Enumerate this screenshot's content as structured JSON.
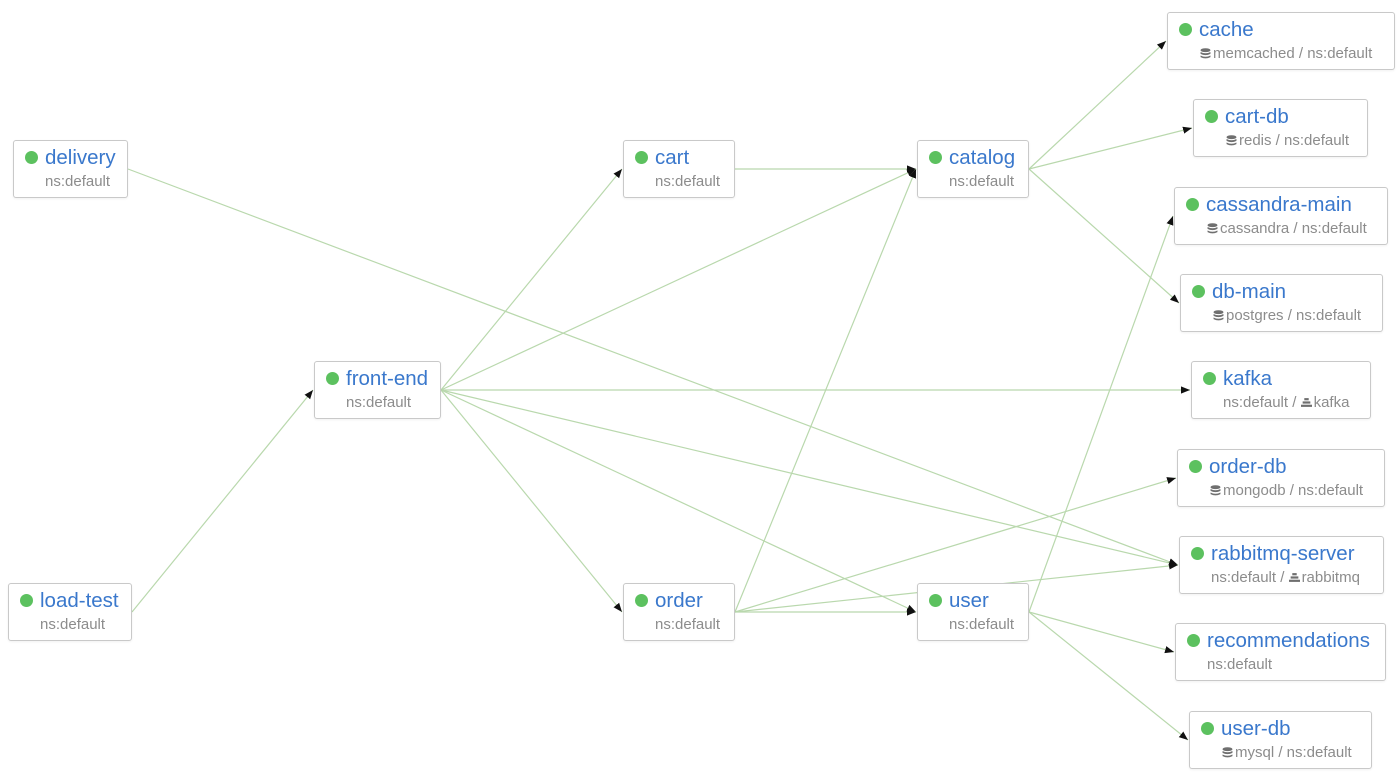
{
  "colors": {
    "status_ok": "#5cc15f",
    "link": "#3a78cc",
    "edge": "#b9d8ad",
    "arrow": "#111111",
    "subtitle": "#8c8c8c"
  },
  "nodes": {
    "delivery": {
      "name": "delivery",
      "sub": "ns:default",
      "status": "healthy"
    },
    "load_test": {
      "name": "load-test",
      "sub": "ns:default",
      "status": "healthy"
    },
    "front_end": {
      "name": "front-end",
      "sub": "ns:default",
      "status": "healthy"
    },
    "cart": {
      "name": "cart",
      "sub": "ns:default",
      "status": "healthy"
    },
    "order": {
      "name": "order",
      "sub": "ns:default",
      "status": "healthy"
    },
    "catalog": {
      "name": "catalog",
      "sub": "ns:default",
      "status": "healthy"
    },
    "user": {
      "name": "user",
      "sub": "ns:default",
      "status": "healthy"
    },
    "cache": {
      "name": "cache",
      "sub": "memcached / ns:default",
      "icon": "database-icon",
      "status": "healthy"
    },
    "cart_db": {
      "name": "cart-db",
      "sub": "redis / ns:default",
      "icon": "database-icon",
      "status": "healthy"
    },
    "cassandra_main": {
      "name": "cassandra-main",
      "sub": "cassandra / ns:default",
      "icon": "database-icon",
      "status": "healthy"
    },
    "db_main": {
      "name": "db-main",
      "sub": "postgres / ns:default",
      "icon": "database-icon",
      "status": "healthy"
    },
    "kafka": {
      "name": "kafka",
      "sub_prefix": "ns:default / ",
      "sub": "kafka",
      "icon": "queue-icon",
      "status": "healthy"
    },
    "order_db": {
      "name": "order-db",
      "sub": "mongodb / ns:default",
      "icon": "database-icon",
      "status": "healthy"
    },
    "rabbitmq_server": {
      "name": "rabbitmq-server",
      "sub_prefix": "ns:default / ",
      "sub": "rabbitmq",
      "icon": "queue-icon",
      "status": "healthy"
    },
    "recommendations": {
      "name": "recommendations",
      "sub": "ns:default",
      "status": "healthy"
    },
    "user_db": {
      "name": "user-db",
      "sub": "mysql / ns:default",
      "icon": "database-icon",
      "status": "healthy"
    }
  },
  "edges": [
    [
      "load-test",
      "front-end"
    ],
    [
      "delivery",
      "rabbitmq-server"
    ],
    [
      "front-end",
      "cart"
    ],
    [
      "front-end",
      "catalog"
    ],
    [
      "front-end",
      "order"
    ],
    [
      "front-end",
      "user"
    ],
    [
      "front-end",
      "kafka"
    ],
    [
      "front-end",
      "rabbitmq-server"
    ],
    [
      "cart",
      "catalog"
    ],
    [
      "order",
      "catalog"
    ],
    [
      "order",
      "user"
    ],
    [
      "order",
      "order-db"
    ],
    [
      "order",
      "rabbitmq-server"
    ],
    [
      "catalog",
      "cache"
    ],
    [
      "catalog",
      "cart-db"
    ],
    [
      "catalog",
      "db-main"
    ],
    [
      "user",
      "cassandra-main"
    ],
    [
      "user",
      "recommendations"
    ],
    [
      "user",
      "user-db"
    ]
  ]
}
